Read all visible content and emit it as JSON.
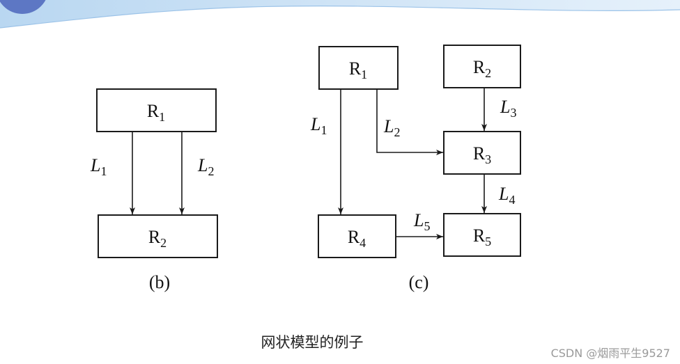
{
  "diagrams": [
    {
      "id": "b",
      "label": "(b)",
      "nodes": [
        {
          "id": "R1",
          "base": "R",
          "sub": "1"
        },
        {
          "id": "R2",
          "base": "R",
          "sub": "2"
        }
      ],
      "edges": [
        {
          "from": "R1",
          "to": "R2",
          "base": "L",
          "sub": "1"
        },
        {
          "from": "R1",
          "to": "R2",
          "base": "L",
          "sub": "2"
        }
      ]
    },
    {
      "id": "c",
      "label": "(c)",
      "nodes": [
        {
          "id": "R1",
          "base": "R",
          "sub": "1"
        },
        {
          "id": "R2",
          "base": "R",
          "sub": "2"
        },
        {
          "id": "R3",
          "base": "R",
          "sub": "3"
        },
        {
          "id": "R4",
          "base": "R",
          "sub": "4"
        },
        {
          "id": "R5",
          "base": "R",
          "sub": "5"
        }
      ],
      "edges": [
        {
          "from": "R1",
          "to": "R4",
          "base": "L",
          "sub": "1"
        },
        {
          "from": "R1",
          "to": "R3",
          "base": "L",
          "sub": "2"
        },
        {
          "from": "R2",
          "to": "R3",
          "base": "L",
          "sub": "3"
        },
        {
          "from": "R3",
          "to": "R5",
          "base": "L",
          "sub": "4"
        },
        {
          "from": "R4",
          "to": "R5",
          "base": "L",
          "sub": "5"
        }
      ]
    }
  ],
  "caption": "网状模型的例子",
  "watermark": "CSDN @烟雨平生9527",
  "colors": {
    "header_gradient_start": "#b9d7f1",
    "header_gradient_end": "#e6f1fb",
    "logo_circle": "#5d77c4"
  }
}
